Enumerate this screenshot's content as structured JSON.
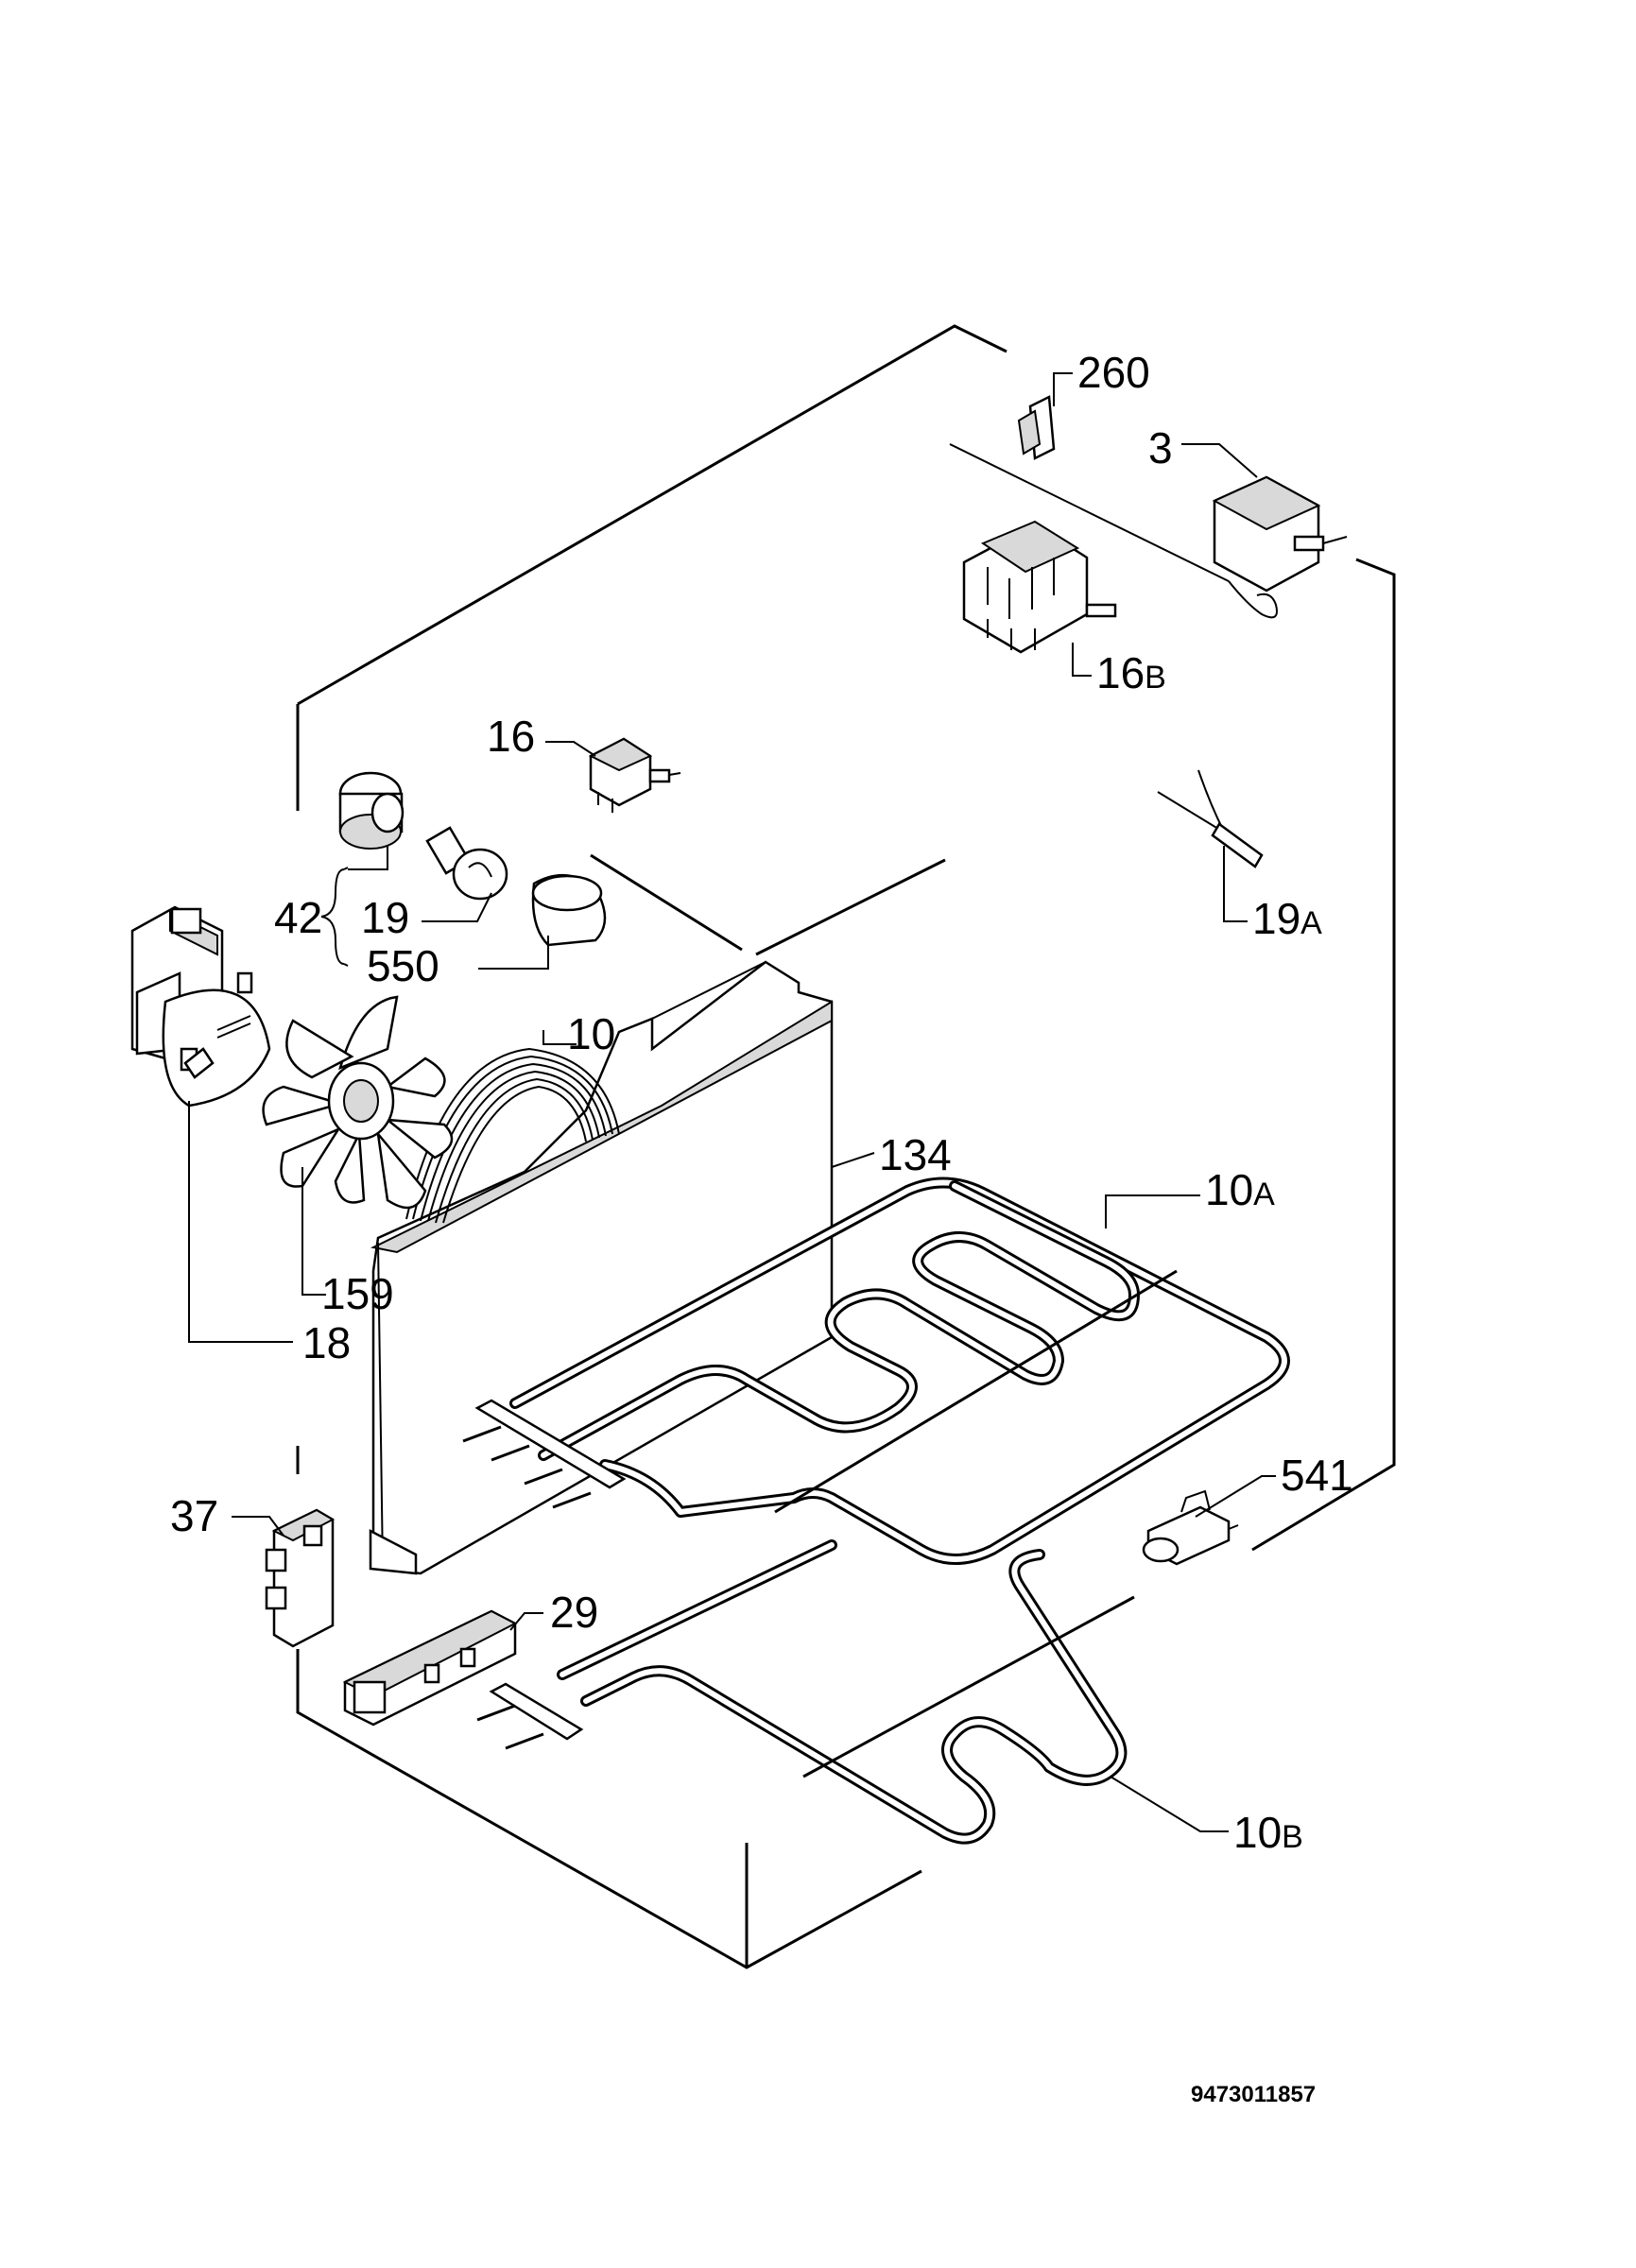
{
  "labels": {
    "p260": "260",
    "p3": "3",
    "p16B": "16",
    "p16B_suffix": "B",
    "p16": "16",
    "p19A": "19",
    "p19A_suffix": "A",
    "p42": "42",
    "p19": "19",
    "p550": "550",
    "p10": "10",
    "p134": "134",
    "p10A": "10",
    "p10A_suffix": "A",
    "p159": "159",
    "p18": "18",
    "p541": "541",
    "p37": "37",
    "p29": "29",
    "p10B": "10",
    "p10B_suffix": "B"
  },
  "document_number": "9473011857"
}
